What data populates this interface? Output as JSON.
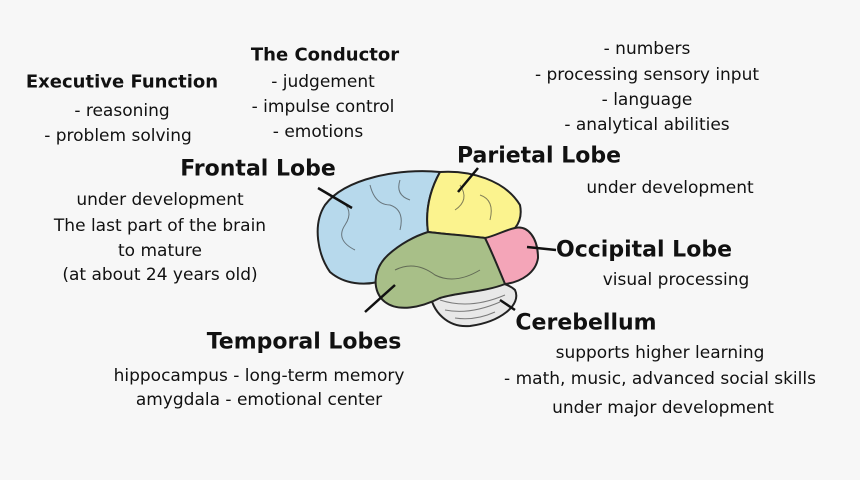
{
  "executive": {
    "title": "Executive Function",
    "items": [
      "- reasoning",
      "- problem solving"
    ]
  },
  "conductor": {
    "title": "The Conductor",
    "items": [
      "- judgement",
      "- impulse control",
      "- emotions"
    ]
  },
  "parietal_functions": [
    "- numbers",
    "- processing sensory input",
    "- language",
    "- analytical abilities"
  ],
  "frontal": {
    "title": "Frontal Lobe",
    "lines": [
      "under development",
      "The last part of the brain",
      "to mature",
      "(at about 24 years old)"
    ]
  },
  "parietal": {
    "title": "Parietal Lobe",
    "lines": [
      "under development"
    ]
  },
  "occipital": {
    "title": "Occipital Lobe",
    "lines": [
      "visual processing"
    ]
  },
  "cerebellum": {
    "title": "Cerebellum",
    "lines": [
      "supports higher learning",
      "- math, music, advanced social skills",
      "under major development"
    ]
  },
  "temporal": {
    "title": "Temporal Lobes",
    "lines": [
      "hippocampus - long-term memory",
      "amygdala - emotional center"
    ]
  },
  "colors": {
    "frontal": "#b7d9ec",
    "parietal": "#fbf38e",
    "occipital": "#f4a5b8",
    "temporal": "#a8bf88",
    "cerebellum": "#e8e8e8"
  }
}
